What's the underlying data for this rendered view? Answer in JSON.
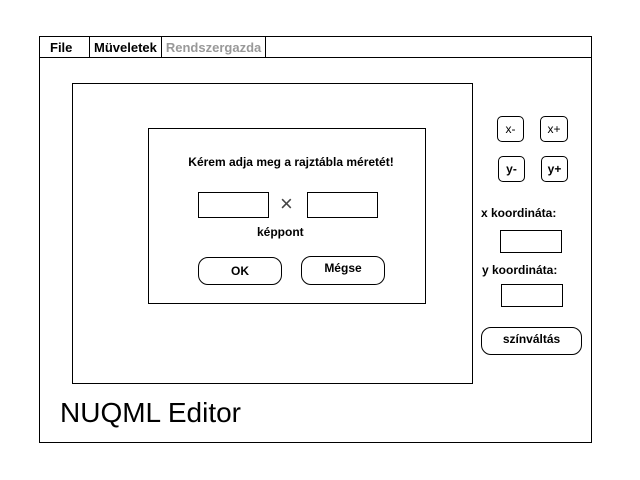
{
  "menu": {
    "items": [
      {
        "label": "File"
      },
      {
        "label": "Müveletek"
      },
      {
        "label": "Rendszergazda"
      }
    ]
  },
  "dialog": {
    "prompt": "Kérem adja meg a rajztábla méretét!",
    "width_value": "",
    "height_value": "",
    "times_symbol": "×",
    "unit_label": "képpont",
    "ok_label": "OK",
    "cancel_label": "Mégse"
  },
  "controls": {
    "x_minus": "x-",
    "x_plus": "x+",
    "y_minus": "y-",
    "y_plus": "y+",
    "x_label": "x koordináta:",
    "x_value": "",
    "y_label": "y koordináta:",
    "y_value": "",
    "color_switch": "színváltás"
  },
  "app_title": "NUQML Editor"
}
